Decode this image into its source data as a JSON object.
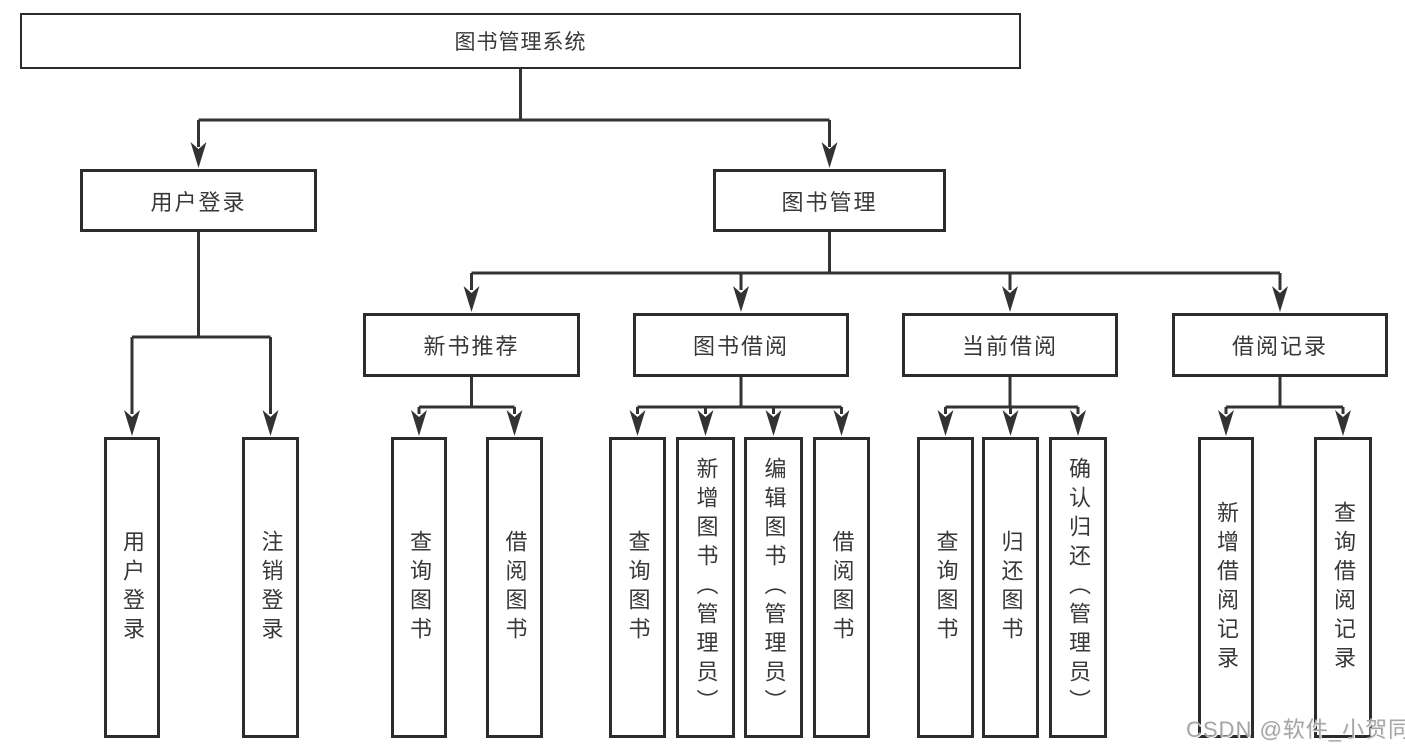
{
  "title": "图书管理系统",
  "tree": {
    "user_login": {
      "label": "用户登录",
      "leaves": [
        "用户登录",
        "注销登录"
      ]
    },
    "book_mgmt": {
      "label": "图书管理",
      "groups": [
        {
          "label": "新书推荐",
          "leaves": [
            "查询图书",
            "借阅图书"
          ]
        },
        {
          "label": "图书借阅",
          "leaves": [
            "查询图书",
            "新增图书（管理员）",
            "编辑图书（管理员）",
            "借阅图书"
          ]
        },
        {
          "label": "当前借阅",
          "leaves": [
            "查询图书",
            "归还图书",
            "确认归还（管理员）"
          ]
        },
        {
          "label": "借阅记录",
          "leaves": [
            "新增借阅记录",
            "查询借阅记录"
          ]
        }
      ]
    }
  },
  "watermark": "CSDN @软件_小贺同学",
  "colors": {
    "line": "#333333",
    "box_border": "#2c2c2c",
    "box_fill": "#ffffff",
    "text": "#383838",
    "watermark": "#a6a6a6"
  }
}
